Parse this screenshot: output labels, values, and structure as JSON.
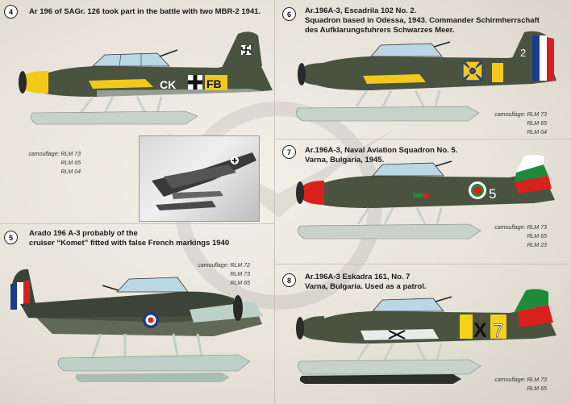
{
  "profiles": [
    {
      "number": "4",
      "title_lines": [
        "Ar 196 of SAGr. 126 took part in the battle with two MBR-2 1941."
      ],
      "camouflage_label": "camouflage: RLM 73",
      "camouflage_extra": [
        "RLM 65",
        "RLM 04"
      ],
      "markings": {
        "code_left": "CK",
        "code_right": "FB"
      },
      "colors": {
        "upper": "#4a5240",
        "lower": "#c7d2c8",
        "accent": "#f2c81a"
      }
    },
    {
      "number": "5",
      "title_lines": [
        "Arado   196 A-3 probably of the",
        "cruiser “Komet” fitted with false French  markings 1940"
      ],
      "camouflage_label": "camouflage: RLM 72",
      "camouflage_extra": [
        "RLM 73",
        "RLM 65"
      ],
      "colors": {
        "upper": "#3c4437",
        "lower": "#bdd1c8",
        "accent": "#1a3c8c"
      }
    },
    {
      "number": "6",
      "title_lines": [
        "Ar.196A-3, Escadrila 102 No. 2.",
        "Squadron based in Odessa, 1943. Commander Schirmherrschaft",
        "des Aufklarungsfuhrers Schwarzes Meer."
      ],
      "camouflage_label": "camouflage: RLM 73",
      "camouflage_extra": [
        "RLM 65",
        "RLM 04"
      ],
      "markings": {
        "tail_number": "2"
      },
      "colors": {
        "upper": "#4a5240",
        "lower": "#c7d2c8",
        "accent": "#f2c81a"
      }
    },
    {
      "number": "7",
      "title_lines": [
        "Ar.196A-3, Naval Aviation Squadron No. 5.",
        "Varna, Bulgaria, 1945."
      ],
      "camouflage_label": "camouflage: RLM 73",
      "camouflage_extra": [
        "RLM 65",
        "RLM 23"
      ],
      "markings": {
        "fuselage_number": "5"
      },
      "colors": {
        "upper": "#4a5240",
        "lower": "#c7d2c8",
        "accent": "#d8201c"
      }
    },
    {
      "number": "8",
      "title_lines": [
        "Ar.196A-3 Eskadra 161, No. 7",
        "Varna, Bulgaria. Used as a patrol."
      ],
      "camouflage_label": "camouflage: RLM 73",
      "camouflage_extra": [
        "RLM 65"
      ],
      "markings": {
        "code": "X",
        "fuselage_number": "7"
      },
      "colors": {
        "upper": "#4a5240",
        "lower": "#c7d2c8",
        "accent": "#f2d21a"
      }
    }
  ]
}
